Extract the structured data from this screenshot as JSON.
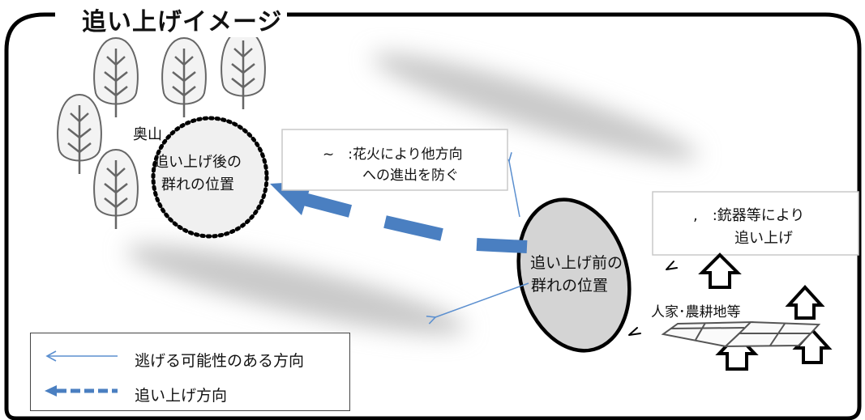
{
  "title": "追い上げイメージ",
  "labels": {
    "okuyama": "奥山",
    "after_line1": "追い上げ後の",
    "after_line2": "群れの位置",
    "before_line1": "追い上げ前の",
    "before_line2": "群れの位置",
    "fireworks_line1": "~　:花火により他方向",
    "fireworks_line2": "への進出を防ぐ",
    "guns_line1": ",　:銃器等により",
    "guns_line2": "追い上げ",
    "fields": "人家･農耕地等"
  },
  "legend": {
    "escape": "逃げる可能性のある方向",
    "chase": "追い上げ方向"
  },
  "colors": {
    "chase_arrow": "#4a7fc1",
    "escape_arrow": "#5b8fcf",
    "frame": "#000000",
    "before_fill": "#d4d4d4",
    "after_fill": "#f0f0f0",
    "tree_fill": "#f3f3f3",
    "tree_stroke": "#666666"
  }
}
